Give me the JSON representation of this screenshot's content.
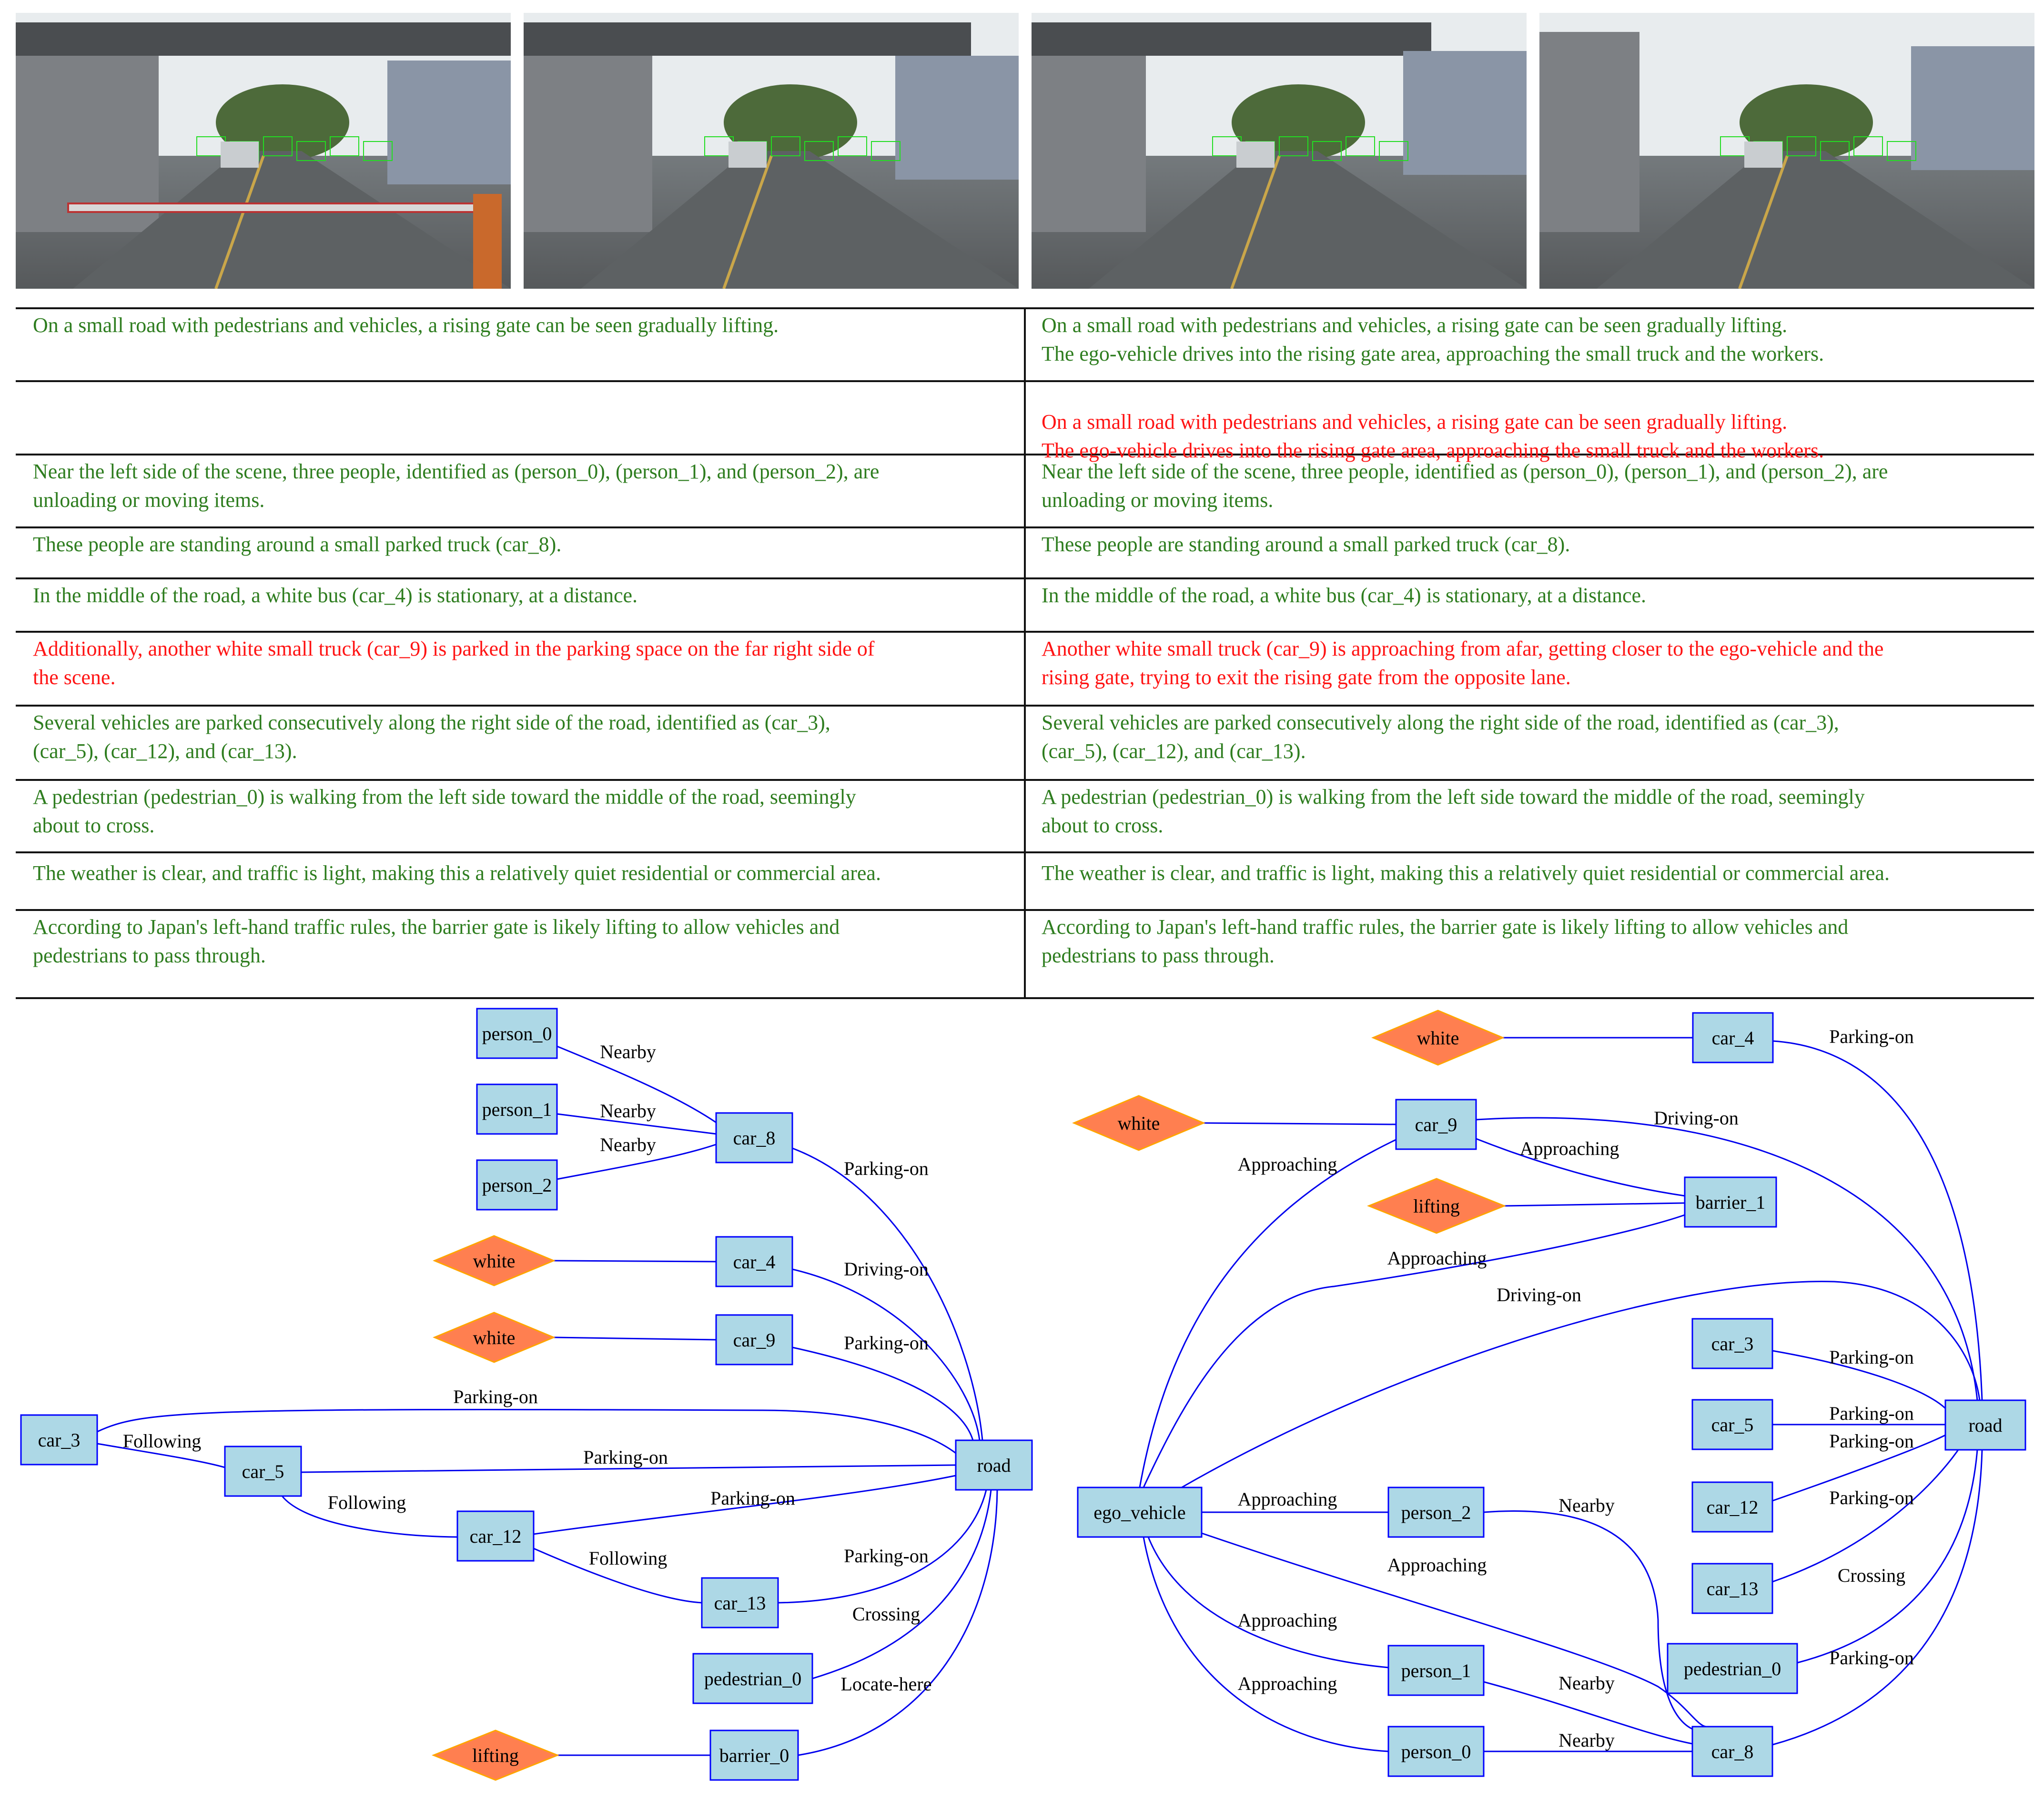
{
  "table": {
    "rows": [
      {
        "left": [
          "On a small road with pedestrians and vehicles, a rising gate can be seen gradually lifting."
        ],
        "right": [
          "On a small road with pedestrians and vehicles, a rising gate can be seen gradually lifting.",
          "The ego-vehicle drives into the rising gate area, approaching the small truck and the workers."
        ]
      },
      {
        "left": [],
        "right": [
          "On a small road with pedestrians and vehicles, a rising gate can be seen gradually lifting.",
          "The ego-vehicle drives into the rising gate area, approaching the small truck and the workers."
        ]
      },
      {
        "left": [
          "Near the left side of the scene, three people, identified as (person_0), (person_1), and (person_2), are",
          "unloading or moving items."
        ],
        "right": [
          "Near the left side of the scene, three people, identified as (person_0), (person_1), and (person_2), are",
          "unloading or moving items."
        ]
      },
      {
        "left": [
          "These people are standing around a small parked truck (car_8)."
        ],
        "right": [
          "These people are standing around a small parked truck (car_8)."
        ]
      },
      {
        "left": [
          "In the middle of the road, a white bus (car_4) is stationary, at a distance."
        ],
        "right": [
          "In the middle of the road, a white bus (car_4) is stationary, at a distance."
        ]
      },
      {
        "left": [
          "Additionally, another white small truck (car_9) is parked in the parking space on the far right side of",
          "the scene."
        ],
        "right": [
          "Another white small truck (car_9) is approaching from afar, getting closer to the ego-vehicle and the",
          "rising gate, trying to exit the rising gate from the opposite lane."
        ]
      },
      {
        "left": [
          "Several vehicles are parked consecutively along the right side of the road, identified as (car_3),",
          "(car_5), (car_12), and (car_13)."
        ],
        "right": [
          "Several vehicles are parked consecutively along the right side of the road, identified as (car_3),",
          "(car_5), (car_12), and (car_13)."
        ]
      },
      {
        "left": [
          "A pedestrian (pedestrian_0) is walking from the left side toward the middle of the road, seemingly",
          "about to cross."
        ],
        "right": [
          "A pedestrian (pedestrian_0) is walking from the left side toward the middle of the road, seemingly",
          "about to cross."
        ]
      },
      {
        "left": [
          "The weather is clear, and traffic is light, making this a relatively quiet residential or commercial area."
        ],
        "right": [
          "The weather is clear, and traffic is light, making this a relatively quiet residential or commercial area."
        ]
      },
      {
        "left": [
          "According to Japan's left-hand traffic rules, the barrier gate is likely lifting to allow vehicles and",
          "pedestrians to pass through."
        ],
        "right": [
          "According to Japan's left-hand traffic rules, the barrier gate is likely lifting to allow vehicles and",
          "pedestrians to pass through."
        ]
      }
    ]
  },
  "graph_left": {
    "nodes": [
      {
        "id": "person_0",
        "label": "person_0",
        "shape": "box"
      },
      {
        "id": "person_1",
        "label": "person_1",
        "shape": "box"
      },
      {
        "id": "person_2",
        "label": "person_2",
        "shape": "box"
      },
      {
        "id": "car_8",
        "label": "car_8",
        "shape": "box"
      },
      {
        "id": "white_a",
        "label": "white",
        "shape": "diamond"
      },
      {
        "id": "car_4",
        "label": "car_4",
        "shape": "box"
      },
      {
        "id": "white_b",
        "label": "white",
        "shape": "diamond"
      },
      {
        "id": "car_9",
        "label": "car_9",
        "shape": "box"
      },
      {
        "id": "car_3",
        "label": "car_3",
        "shape": "box"
      },
      {
        "id": "car_5",
        "label": "car_5",
        "shape": "box"
      },
      {
        "id": "car_12",
        "label": "car_12",
        "shape": "box"
      },
      {
        "id": "car_13",
        "label": "car_13",
        "shape": "box"
      },
      {
        "id": "pedestrian_0",
        "label": "pedestrian_0",
        "shape": "box"
      },
      {
        "id": "lifting",
        "label": "lifting",
        "shape": "diamond"
      },
      {
        "id": "barrier_0",
        "label": "barrier_0",
        "shape": "box"
      },
      {
        "id": "road",
        "label": "road",
        "shape": "box"
      }
    ],
    "edges": [
      {
        "from": "person_0",
        "to": "car_8",
        "label": "Nearby"
      },
      {
        "from": "person_1",
        "to": "car_8",
        "label": "Nearby"
      },
      {
        "from": "person_2",
        "to": "car_8",
        "label": "Nearby"
      },
      {
        "from": "car_8",
        "to": "road",
        "label": "Parking-on"
      },
      {
        "from": "white_a",
        "to": "car_4",
        "label": ""
      },
      {
        "from": "car_4",
        "to": "road",
        "label": "Driving-on"
      },
      {
        "from": "white_b",
        "to": "car_9",
        "label": ""
      },
      {
        "from": "car_9",
        "to": "road",
        "label": "Parking-on"
      },
      {
        "from": "car_3",
        "to": "road",
        "label": "Parking-on"
      },
      {
        "from": "car_3",
        "to": "car_5",
        "label": "Following"
      },
      {
        "from": "car_5",
        "to": "road",
        "label": "Parking-on"
      },
      {
        "from": "car_5",
        "to": "car_12",
        "label": "Following"
      },
      {
        "from": "car_12",
        "to": "road",
        "label": "Parking-on"
      },
      {
        "from": "car_12",
        "to": "car_13",
        "label": "Following"
      },
      {
        "from": "car_13",
        "to": "road",
        "label": "Parking-on"
      },
      {
        "from": "pedestrian_0",
        "to": "road",
        "label": "Crossing"
      },
      {
        "from": "barrier_0",
        "to": "road",
        "label": "Locate-here"
      },
      {
        "from": "lifting",
        "to": "barrier_0",
        "label": ""
      }
    ]
  },
  "graph_right": {
    "nodes": [
      {
        "id": "white_a",
        "label": "white",
        "shape": "diamond"
      },
      {
        "id": "car_4",
        "label": "car_4",
        "shape": "box"
      },
      {
        "id": "white_b",
        "label": "white",
        "shape": "diamond"
      },
      {
        "id": "car_9",
        "label": "car_9",
        "shape": "box"
      },
      {
        "id": "lifting",
        "label": "lifting",
        "shape": "diamond"
      },
      {
        "id": "barrier_1",
        "label": "barrier_1",
        "shape": "box"
      },
      {
        "id": "car_3",
        "label": "car_3",
        "shape": "box"
      },
      {
        "id": "car_5",
        "label": "car_5",
        "shape": "box"
      },
      {
        "id": "car_12",
        "label": "car_12",
        "shape": "box"
      },
      {
        "id": "car_13",
        "label": "car_13",
        "shape": "box"
      },
      {
        "id": "pedestrian_0",
        "label": "pedestrian_0",
        "shape": "box"
      },
      {
        "id": "road",
        "label": "road",
        "shape": "box"
      },
      {
        "id": "ego_vehicle",
        "label": "ego_vehicle",
        "shape": "box"
      },
      {
        "id": "person_2",
        "label": "person_2",
        "shape": "box"
      },
      {
        "id": "person_1",
        "label": "person_1",
        "shape": "box"
      },
      {
        "id": "person_0",
        "label": "person_0",
        "shape": "box"
      },
      {
        "id": "car_8",
        "label": "car_8",
        "shape": "box"
      }
    ],
    "edges": [
      {
        "from": "white_a",
        "to": "car_4",
        "label": ""
      },
      {
        "from": "car_4",
        "to": "road",
        "label": "Parking-on"
      },
      {
        "from": "white_b",
        "to": "car_9",
        "label": ""
      },
      {
        "from": "car_9",
        "to": "road",
        "label": "Driving-on"
      },
      {
        "from": "car_9",
        "to": "barrier_1",
        "label": "Approaching"
      },
      {
        "from": "lifting",
        "to": "barrier_1",
        "label": ""
      },
      {
        "from": "ego_vehicle",
        "to": "car_9",
        "label": "Approaching"
      },
      {
        "from": "ego_vehicle",
        "to": "barrier_1",
        "label": "Approaching"
      },
      {
        "from": "ego_vehicle",
        "to": "road",
        "label": "Driving-on"
      },
      {
        "from": "car_3",
        "to": "road",
        "label": "Parking-on"
      },
      {
        "from": "car_5",
        "to": "road",
        "label": "Parking-on"
      },
      {
        "from": "car_12",
        "to": "road",
        "label": "Parking-on"
      },
      {
        "from": "car_13",
        "to": "road",
        "label": "Parking-on"
      },
      {
        "from": "pedestrian_0",
        "to": "road",
        "label": "Crossing"
      },
      {
        "from": "car_8",
        "to": "road",
        "label": "Parking-on"
      },
      {
        "from": "ego_vehicle",
        "to": "person_2",
        "label": "Approaching"
      },
      {
        "from": "ego_vehicle",
        "to": "car_8",
        "label": "Approaching"
      },
      {
        "from": "ego_vehicle",
        "to": "person_1",
        "label": "Approaching"
      },
      {
        "from": "ego_vehicle",
        "to": "person_0",
        "label": "Approaching"
      },
      {
        "from": "person_2",
        "to": "car_8",
        "label": "Nearby"
      },
      {
        "from": "person_1",
        "to": "car_8",
        "label": "Nearby"
      },
      {
        "from": "person_0",
        "to": "car_8",
        "label": "Nearby"
      }
    ]
  },
  "colors": {
    "text_green": "#2e7d1f",
    "text_red": "#ff1414",
    "node_box_fill": "#add8e6",
    "node_box_stroke": "#0000ff",
    "node_diamond_fill": "#ff7f50",
    "node_diamond_stroke": "#ffa500",
    "edge": "#0000ee"
  },
  "icons": [
    "camera-frame-icon"
  ]
}
